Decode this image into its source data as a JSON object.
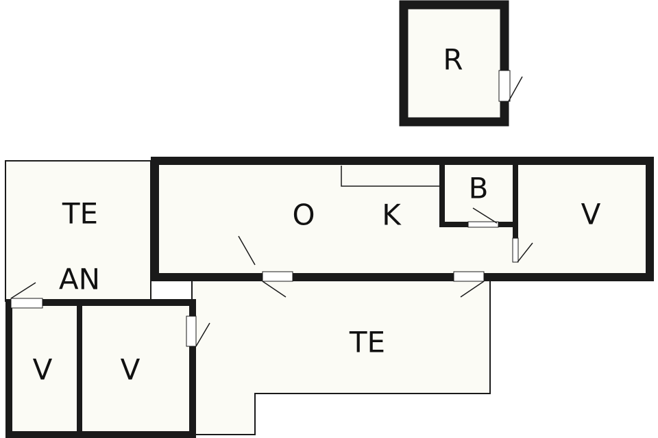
{
  "plan": {
    "wall_color": "#1a1a1a",
    "floor_color": "#fbfbf5",
    "door_color": "#ffffff",
    "labels": {
      "sauna": "R",
      "terrace_left": "TE",
      "living": "O",
      "kitchen": "K",
      "bathroom": "B",
      "bedroom_right": "V",
      "outbuilding": "AN",
      "storage_left": "V",
      "storage_right": "V",
      "terrace_bottom": "TE"
    }
  }
}
